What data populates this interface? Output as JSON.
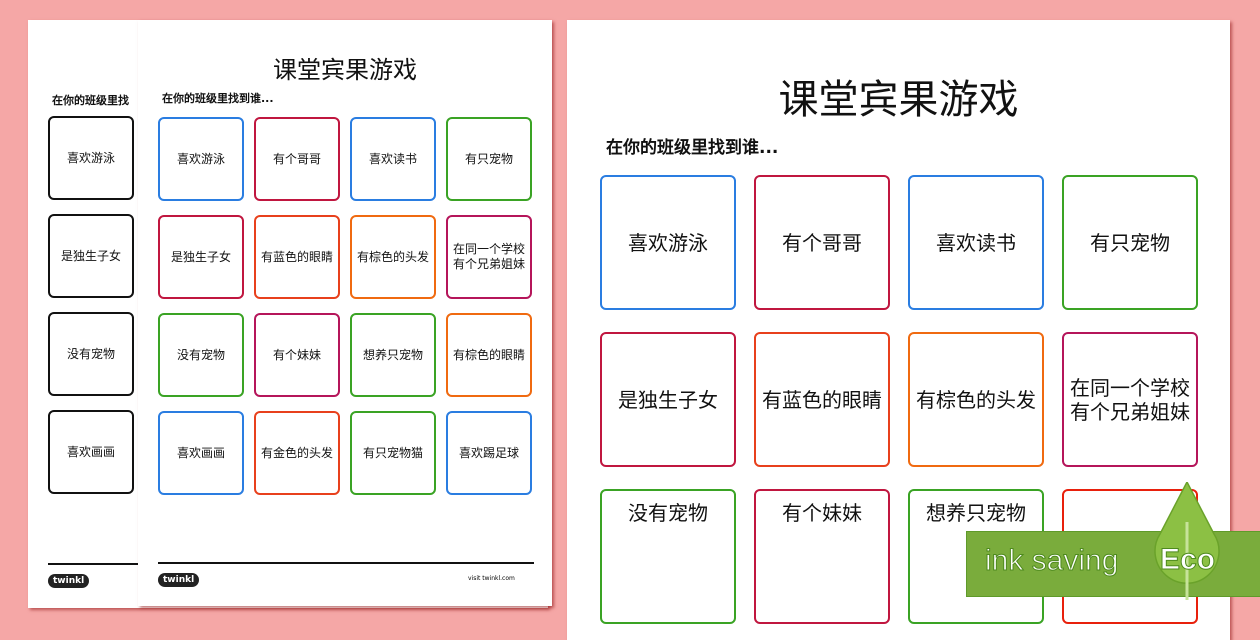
{
  "title": "课堂宾果游戏",
  "subtitle": "在你的班级里找到谁...",
  "back_subtitle": "在你的班级里找",
  "back_cards": [
    "喜欢游泳",
    "是独生子女",
    "没有宠物",
    "喜欢画画"
  ],
  "cards": [
    {
      "text": "喜欢游泳",
      "color": "#2a7de1"
    },
    {
      "text": "有个哥哥",
      "color": "#c0163f"
    },
    {
      "text": "喜欢读书",
      "color": "#2a7de1"
    },
    {
      "text": "有只宠物",
      "color": "#3aa324"
    },
    {
      "text": "是独生子女",
      "color": "#c0163f"
    },
    {
      "text": "有蓝色的眼睛",
      "color": "#e8401c"
    },
    {
      "text": "有棕色的头发",
      "color": "#f06a10"
    },
    {
      "text": "在同一个学校\n有个兄弟姐妹",
      "color": "#b5155a"
    },
    {
      "text": "没有宠物",
      "color": "#3aa324"
    },
    {
      "text": "有个妹妹",
      "color": "#b5155a"
    },
    {
      "text": "想养只宠物",
      "color": "#3aa324"
    },
    {
      "text": "有棕色的眼睛",
      "color": "#f06a10"
    },
    {
      "text": "喜欢画画",
      "color": "#2a7de1"
    },
    {
      "text": "有金色的头发",
      "color": "#e8401c"
    },
    {
      "text": "有只宠物猫",
      "color": "#3aa324"
    },
    {
      "text": "喜欢踢足球",
      "color": "#2a7de1"
    }
  ],
  "large_row3_colors": [
    "#3aa324",
    "#c0163f",
    "#3aa324",
    "#e8200c"
  ],
  "footer": {
    "logo": "twinkl",
    "visit": "visit twinkl.com"
  },
  "eco": {
    "label": "ink saving",
    "badge": "Eco",
    "color": "#7aac3c"
  }
}
